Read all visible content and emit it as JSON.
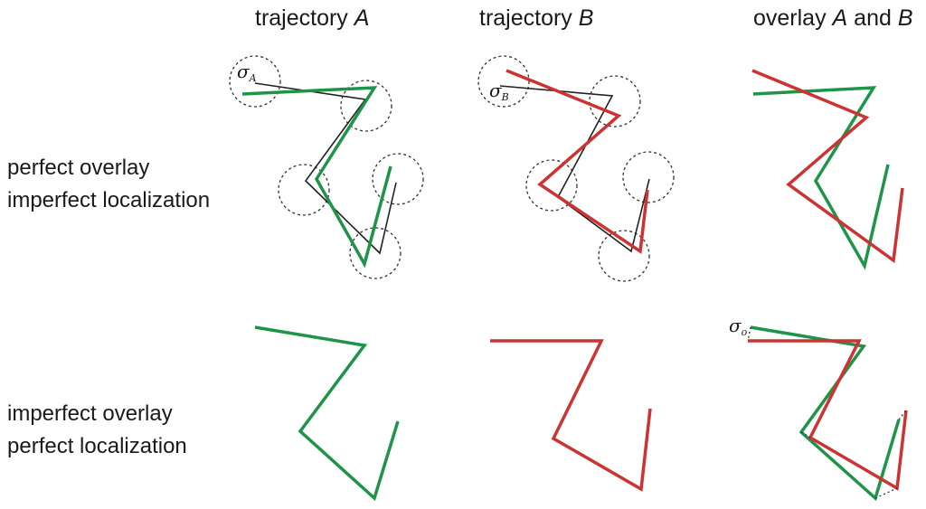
{
  "columns": [
    {
      "prefix": "trajectory ",
      "italic": "A",
      "suffix": ""
    },
    {
      "prefix": "trajectory ",
      "italic": "B",
      "suffix": ""
    },
    {
      "prefix": "overlay ",
      "italic": "A",
      "middle": " and ",
      "italic2": "B"
    }
  ],
  "rows": [
    {
      "line1": "perfect overlay",
      "line2": "imperfect localization"
    },
    {
      "line1": "imperfect overlay",
      "line2": "perfect localization"
    }
  ],
  "symbols": {
    "sigma_a": {
      "base": "σ",
      "sub": "A"
    },
    "sigma_b": {
      "base": "σ",
      "sub": "B"
    },
    "sigma_o": {
      "base": "σ",
      "sub": "o"
    }
  },
  "colors": {
    "trajectory_a": "#1e9447",
    "trajectory_b": "#cc3333",
    "true_path": "#222222",
    "localization_circle": "#333333"
  }
}
